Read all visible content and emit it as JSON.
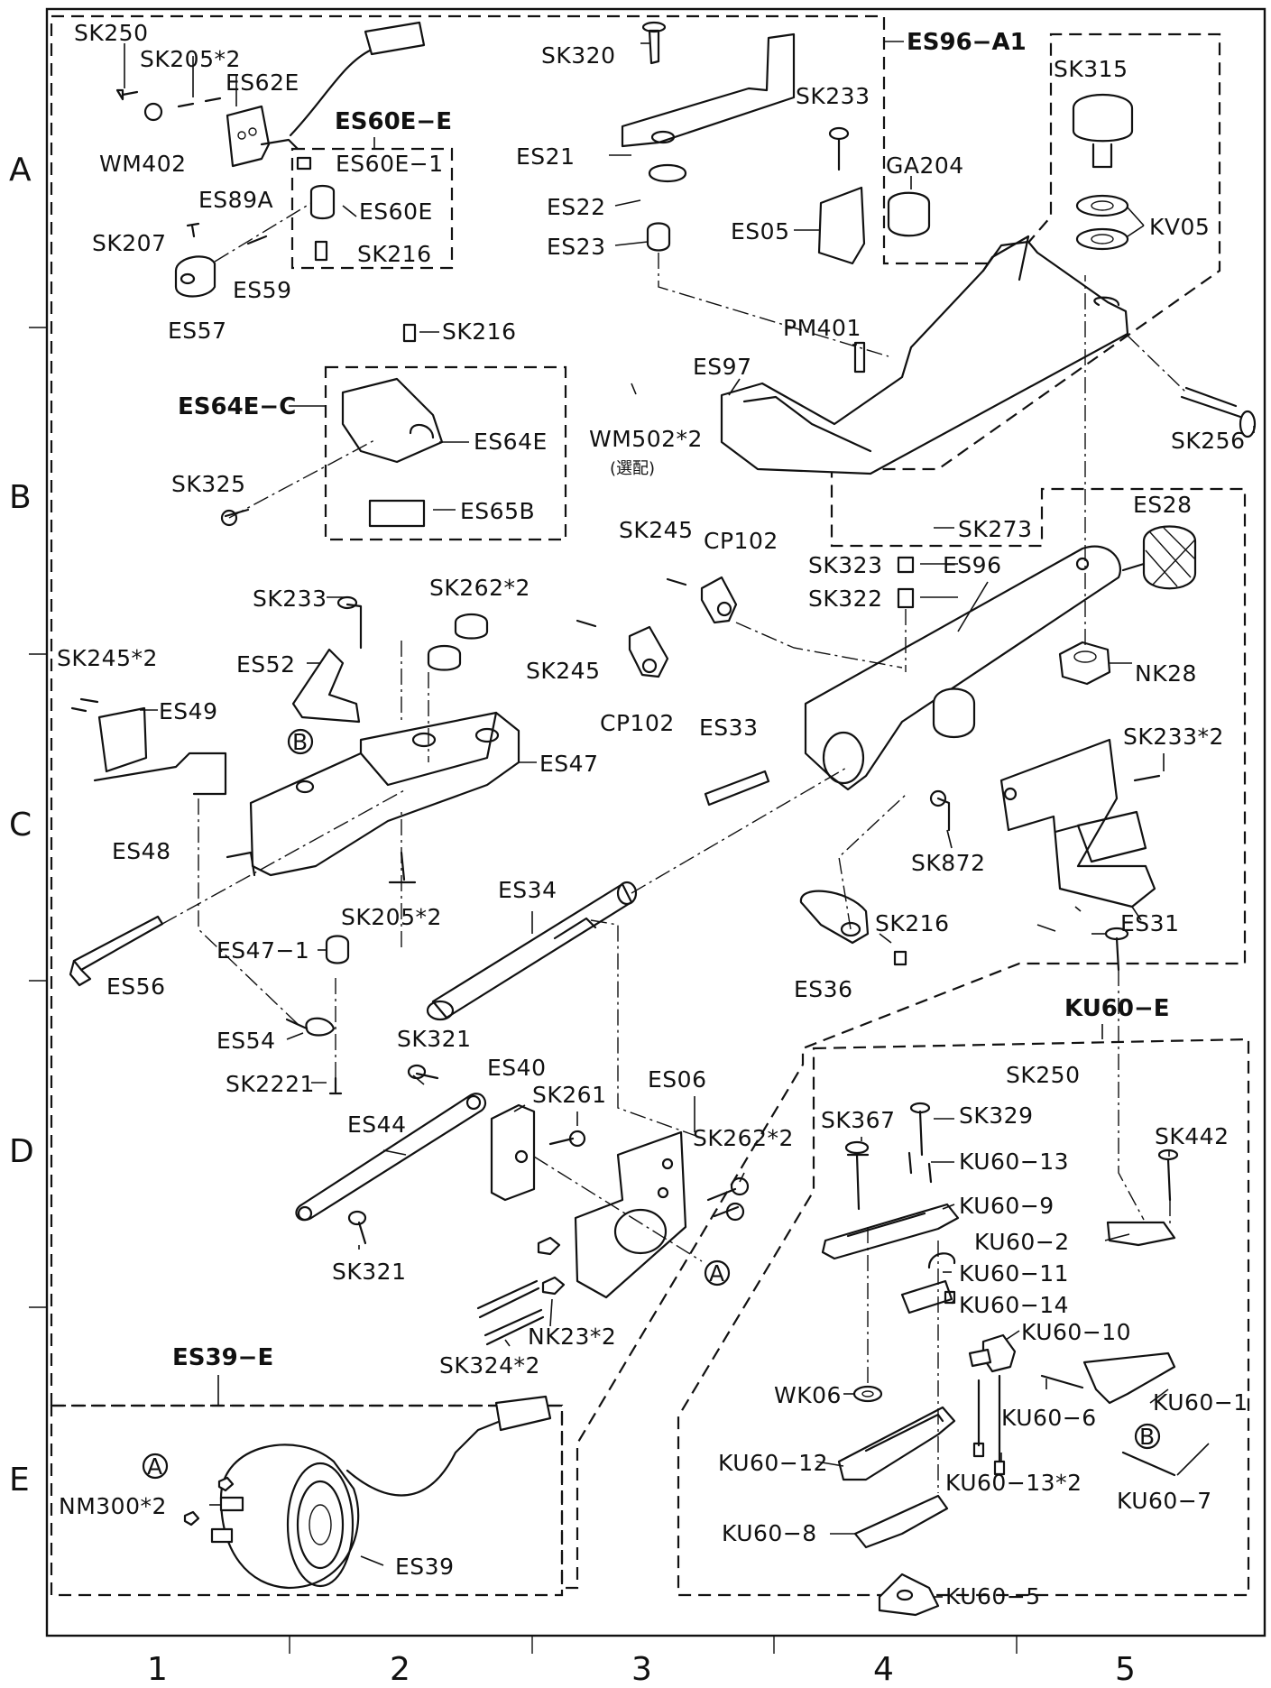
{
  "grid": {
    "rows": [
      "A",
      "B",
      "C",
      "D",
      "E"
    ],
    "columns": [
      "1",
      "2",
      "3",
      "4",
      "5"
    ]
  },
  "groups": {
    "es96_a1": "ES96−A1",
    "es60e_e": "ES60E−E",
    "es64e_c": "ES64E−C",
    "es39_e": "ES39−E",
    "ku60_e": "KU60−E"
  },
  "note": "(選配)",
  "parts": {
    "SK250a": "SK250",
    "SK205x2a": "SK205*2",
    "ES62E": "ES62E",
    "WM402": "WM402",
    "ES89A": "ES89A",
    "ES60E1": "ES60E−1",
    "ES60E": "ES60E",
    "SK216a": "SK216",
    "SK207": "SK207",
    "ES59": "ES59",
    "ES57": "ES57",
    "SK320": "SK320",
    "ES21": "ES21",
    "ES22": "ES22",
    "ES23": "ES23",
    "SK233a": "SK233",
    "ES05": "ES05",
    "GA204": "GA204",
    "SK315": "SK315",
    "KV05": "KV05",
    "PM401": "PM401",
    "ES97": "ES97",
    "WM502x2": "WM502*2",
    "SK256": "SK256",
    "SK216b": "SK216",
    "ES64E": "ES64E",
    "SK325": "SK325",
    "ES65B": "ES65B",
    "SK273": "SK273",
    "ES28": "ES28",
    "SK245a": "SK245",
    "CP102a": "CP102",
    "SK323": "SK323",
    "ES96": "ES96",
    "SK322": "SK322",
    "SK233b": "SK233",
    "SK262x2a": "SK262*2",
    "SK245x2": "SK245*2",
    "ES52": "ES52",
    "ES49": "ES49",
    "SK245b": "SK245",
    "CP102b": "CP102",
    "NK28": "NK28",
    "ES33": "ES33",
    "SK233x2": "SK233*2",
    "ES47": "ES47",
    "ES48": "ES48",
    "SK872": "SK872",
    "ES34": "ES34",
    "SK205x2b": "SK205*2",
    "ES31": "ES31",
    "ES47_1": "ES47−1",
    "SK216c": "SK216",
    "ES56": "ES56",
    "ES36": "ES36",
    "ES54": "ES54",
    "SK321a": "SK321",
    "SK2221": "SK2221",
    "ES40": "ES40",
    "SK261": "SK261",
    "ES06": "ES06",
    "ES44": "ES44",
    "SK262x2b": "SK262*2",
    "SK321b": "SK321",
    "NK23x2": "NK23*2",
    "SK324x2": "SK324*2",
    "SK250b": "SK250",
    "SK442": "SK442",
    "SK367": "SK367",
    "SK329": "SK329",
    "KU60_13a": "KU60−13",
    "KU60_9": "KU60−9",
    "KU60_2": "KU60−2",
    "KU60_11": "KU60−11",
    "KU60_14": "KU60−14",
    "KU60_10": "KU60−10",
    "WK06": "WK06",
    "KU60_6": "KU60−6",
    "KU60_1": "KU60−1",
    "KU60_12": "KU60−12",
    "KU60_13x2": "KU60−13*2",
    "KU60_7": "KU60−7",
    "KU60_8": "KU60−8",
    "KU60_5": "KU60−5",
    "NM300x2": "NM300*2",
    "ES39": "ES39"
  },
  "refs": {
    "A": "A",
    "B": "B"
  }
}
